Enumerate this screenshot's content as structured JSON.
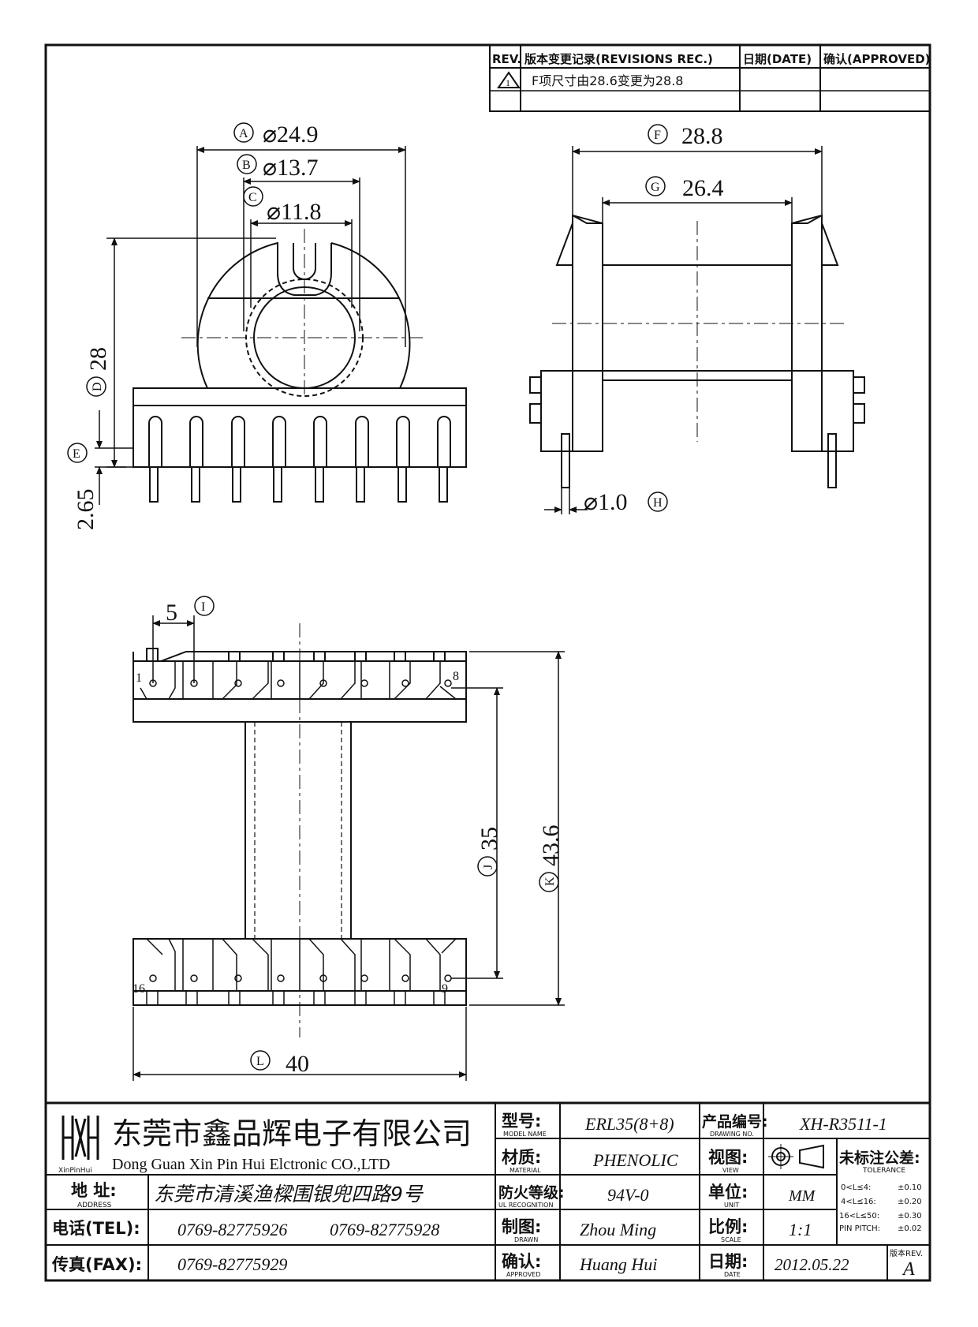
{
  "revisions": {
    "headers": {
      "rev": "REV.",
      "record": "版本变更记录(REVISIONS REC.)",
      "date": "日期(DATE)",
      "approved": "确认(APPROVED)"
    },
    "rows": [
      {
        "rev_mark": "1",
        "record": "F项尺寸由28.6变更为28.8"
      }
    ]
  },
  "dimensions": {
    "A": {
      "label": "A",
      "value": "⌀24.9"
    },
    "B": {
      "label": "B",
      "value": "⌀13.7"
    },
    "C": {
      "label": "C",
      "value": "⌀11.8"
    },
    "D": {
      "label": "D",
      "value": "28"
    },
    "E": {
      "label": "E",
      "value": "2.65"
    },
    "F": {
      "label": "F",
      "value": "28.8"
    },
    "G": {
      "label": "G",
      "value": "26.4"
    },
    "H": {
      "label": "H",
      "value": "⌀1.0"
    },
    "I": {
      "label": "I",
      "value": "5"
    },
    "J": {
      "label": "J",
      "value": "35"
    },
    "K": {
      "label": "K",
      "value": "43.6"
    },
    "L": {
      "label": "L",
      "value": "40"
    }
  },
  "pins": {
    "top_left": "1",
    "top_right": "8",
    "bottom_left": "16",
    "bottom_right": "9"
  },
  "title_block": {
    "company_cn": "东莞市鑫品辉电子有限公司",
    "company_en": "Dong Guan Xin Pin Hui Elctronic CO.,LTD",
    "logo_text": "XinPinHui",
    "address_label": "地  址:",
    "address_label_en": "ADDRESS",
    "address": "东莞市清溪渔樑围银兜四路9号",
    "tel_label": "电话(TEL):",
    "tel1": "0769-82775926",
    "tel2": "0769-82775928",
    "fax_label": "传真(FAX):",
    "fax": "0769-82775929",
    "model_label": "型号:",
    "model_label_en": "MODEL NAME",
    "model": "ERL35(8+8)",
    "material_label": "材质:",
    "material_label_en": "MATERIAL",
    "material": "PHENOLIC",
    "fire_label": "防火等级:",
    "fire_label_en": "UL RECOGNITION",
    "fire": "94V-0",
    "drawn_label": "制图:",
    "drawn_label_en": "DRAWN",
    "drawn": "Zhou Ming",
    "approved_label": "确认:",
    "approved_label_en": "APPROVED",
    "approved": "Huang Hui",
    "drawing_no_label": "产品编号:",
    "drawing_no_label_en": "DRAWING NO.",
    "drawing_no": "XH-R3511-1",
    "view_label": "视图:",
    "view_label_en": "VIEW",
    "unit_label": "单位:",
    "unit_label_en": "UNIT",
    "unit": "MM",
    "scale_label": "比例:",
    "scale_label_en": "SCALE",
    "scale": "1:1",
    "date_label": "日期:",
    "date_label_en": "DATE",
    "date": "2012.05.22",
    "tolerance_label": "未标注公差:",
    "tolerance_label_en": "TOLERANCE",
    "tolerances": [
      {
        "range": "0<L≤4:",
        "value": "±0.10"
      },
      {
        "range": "4<L≤16:",
        "value": "±0.20"
      },
      {
        "range": "16<L≤50:",
        "value": "±0.30"
      },
      {
        "range": "PIN PITCH:",
        "value": "±0.02"
      }
    ],
    "rev_label": "版本REV.",
    "rev": "A"
  }
}
